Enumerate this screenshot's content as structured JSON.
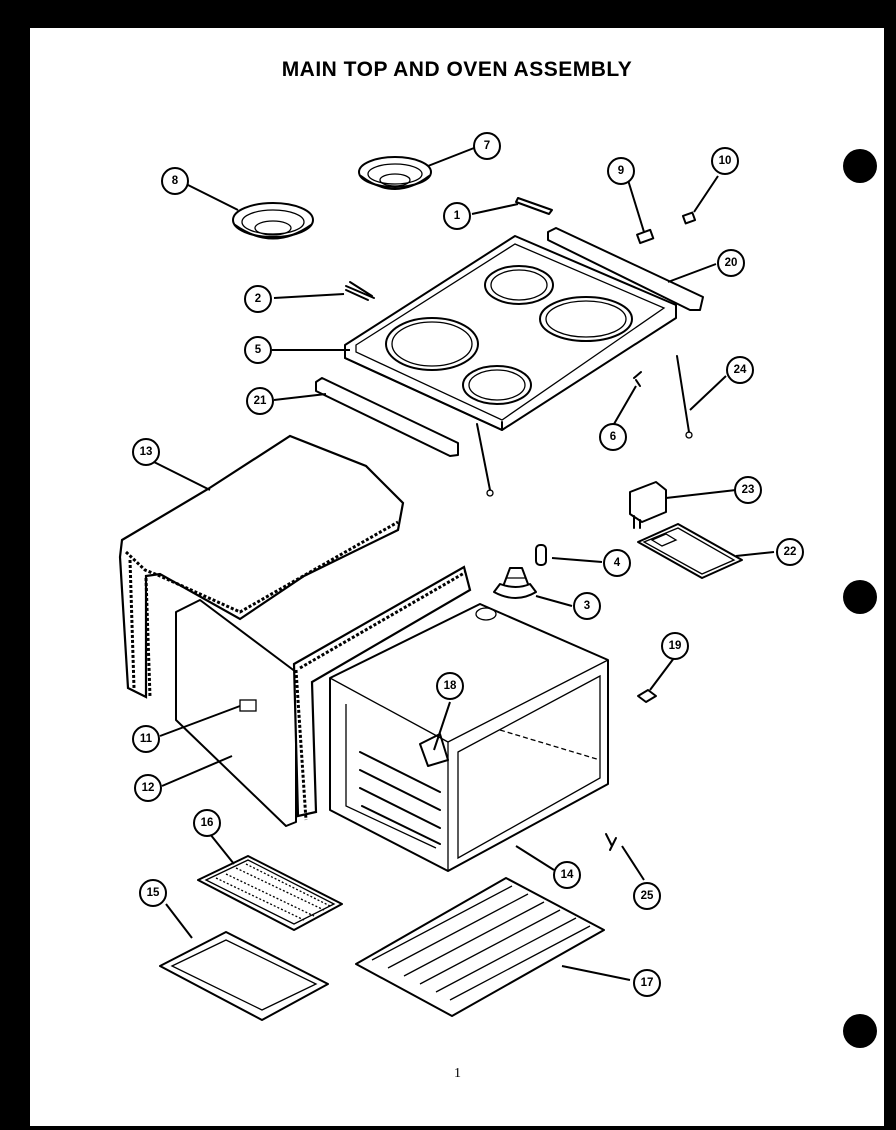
{
  "title": "MAIN TOP AND OVEN ASSEMBLY",
  "page_number": "1",
  "callouts": [
    "1",
    "2",
    "3",
    "4",
    "5",
    "6",
    "7",
    "8",
    "9",
    "10",
    "11",
    "12",
    "13",
    "14",
    "15",
    "16",
    "17",
    "18",
    "19",
    "20",
    "21",
    "22",
    "23",
    "24",
    "25"
  ]
}
